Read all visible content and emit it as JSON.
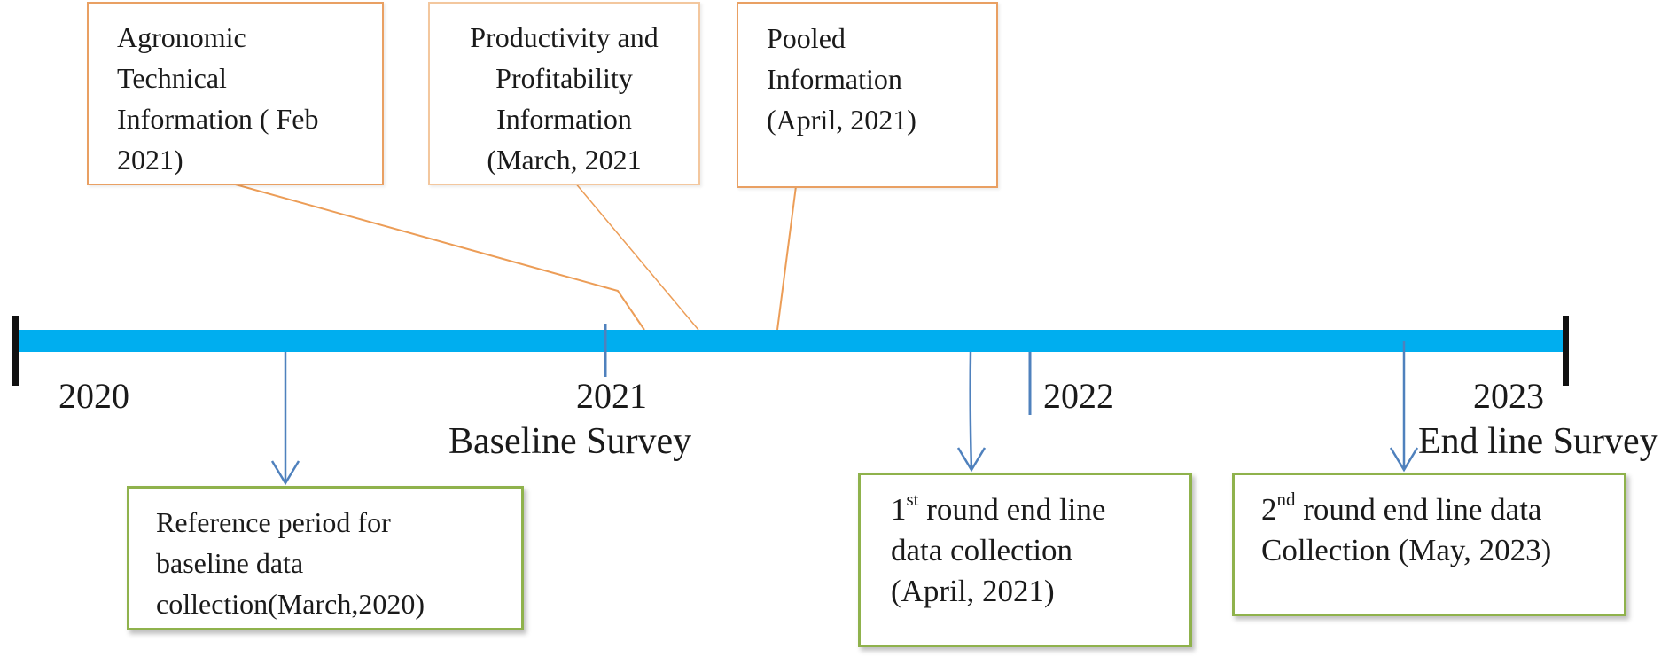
{
  "top_boxes": [
    {
      "text": "Agronomic\nTechnical\nInformation  ( Feb\n2021)"
    },
    {
      "text": "Productivity and\nProfitability\nInformation\n(March, 2021"
    },
    {
      "text": "Pooled\nInformation\n(April, 2021)"
    }
  ],
  "timeline": {
    "years": [
      "2020",
      "2021",
      "2022",
      "2023"
    ],
    "baseline_label": "Baseline Survey",
    "endline_label": "End line Survey"
  },
  "bottom_boxes": {
    "reference": {
      "lines": [
        "Reference period for",
        "baseline data",
        "collection(March,2020)"
      ]
    },
    "first_round": {
      "ordinal": "1",
      "suffix": "st",
      "line1_rest": " round end line",
      "line2": "data collection",
      "line3": "(April, 2021)"
    },
    "second_round": {
      "ordinal": "2",
      "suffix": "nd",
      "line1_rest": " round end line data",
      "line2": "Collection (May, 2023)"
    }
  },
  "colors": {
    "timeline_bar": "#00aeef",
    "orange_border": "#e9a063",
    "orange_connector": "#ec9d57",
    "green_border": "#8fb24c",
    "arrow": "#4f81bd",
    "end_caps": "#111111"
  }
}
